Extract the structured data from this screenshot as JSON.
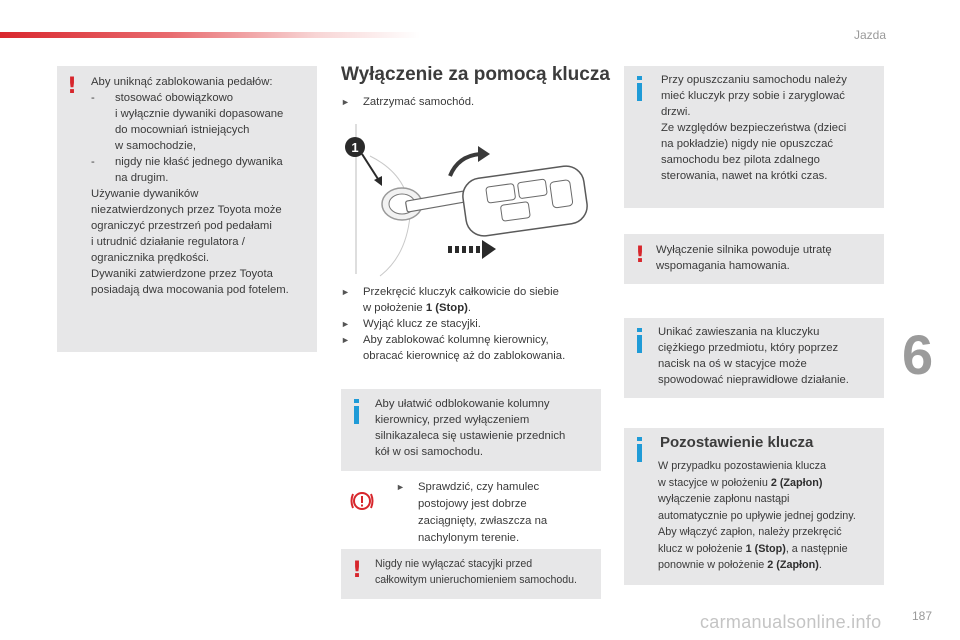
{
  "header": {
    "chapter_title": "Jazda",
    "chapter_number": "6"
  },
  "left_warning": {
    "intro": "Aby uniknąć zablokowania pedałów:",
    "items": [
      {
        "dash": "-",
        "lines": [
          "stosować obowiązkowo",
          "i wyłącznie dywaniki dopasowane",
          "do mocowniań istniejących",
          "w samochodzie,"
        ]
      },
      {
        "dash": "-",
        "lines": [
          "nigdy nie kłaść jednego dywanika",
          "na drugim."
        ]
      }
    ],
    "para1": [
      "Używanie dywaników",
      "niezatwierdzonych przez Toyota może",
      "ograniczyć przestrzeń pod pedałami",
      "i utrudnić działanie regulatora /",
      "ogranicznika prędkości."
    ],
    "para2": [
      "Dywaniki zatwierdzone przez Toyota",
      "posiadają dwa mocowania pod fotelem."
    ]
  },
  "main": {
    "title": "Wyłączenie za pomocą klucza",
    "step1": "Zatrzymać samochód.",
    "figure_callout": "1",
    "steps": [
      {
        "lines": [
          "Przekręcić kluczyk całkowicie do siebie",
          "w położenie "
        ],
        "bold": "1 (Stop)",
        "after": "."
      },
      {
        "lines": [
          "Wyjąć klucz ze stacyjki."
        ]
      },
      {
        "lines": [
          "Aby zablokować kolumnę kierownicy,",
          "obracać kierownicę aż do zablokowania."
        ]
      }
    ],
    "info_steering": [
      "Aby ułatwić odblokowanie kolumny",
      "kierownicy, przed wyłączeniem",
      "silnikazaleca się ustawienie przednich",
      "kół w osi samochodu."
    ],
    "brake_check": [
      "Sprawdzić, czy hamulec",
      "postojowy jest dobrze",
      "zaciągnięty, zwłaszcza na",
      "nachylonym terenie."
    ],
    "warn_never": [
      "Nigdy nie wyłączać stacyjki przed",
      "całkowitym unieruchomieniem samochodu."
    ]
  },
  "right": {
    "info_leave": [
      "Przy opuszczaniu samochodu należy",
      "mieć kluczyk przy sobie i zaryglować",
      "drzwi.",
      "Ze względów bezpieczeństwa (dzieci",
      "na pokładzie) nigdy nie opuszczać",
      "samochodu bez pilota zdalnego",
      "sterowania, nawet na krótki czas."
    ],
    "warn_brake": [
      "Wyłączenie silnika powoduje utratę",
      "wspomagania hamowania."
    ],
    "info_heavy": [
      "Unikać zawieszania na kluczyku",
      "ciężkiego przedmiotu, który poprzez",
      "nacisk na oś w stacyjce może",
      "spowodować nieprawidłowe działanie."
    ],
    "key_left_title": "Pozostawienie klucza",
    "key_left": {
      "l1": "W przypadku pozostawienia klucza",
      "l2a": "w stacyjce w położeniu ",
      "l2b": "2 (Zapłon)",
      "l3": "wyłączenie zapłonu nastąpi",
      "l4": "automatycznie po upływie jednej godziny.",
      "l5": "Aby włączyć zapłon, należy przekręcić",
      "l6a": "klucz w położenie ",
      "l6b": "1 (Stop)",
      "l6c": ", a następnie",
      "l7a": "ponownie w położenie ",
      "l7b": "2 (Zapłon)",
      "l7c": "."
    }
  },
  "footer": {
    "page_number_partial": "187",
    "watermark": "carmanualsonline.info"
  },
  "colors": {
    "warning_red": "#d7262c",
    "info_blue": "#1f9bd7",
    "box_gray": "#e7e7e8"
  }
}
